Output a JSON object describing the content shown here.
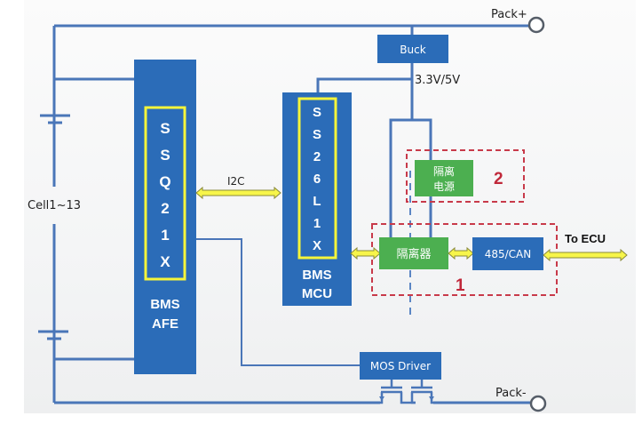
{
  "diagram": {
    "title": "BMS block diagram",
    "colors": {
      "wire": "#4a76b8",
      "block_blue": "#2b6cb8",
      "block_green": "#4caf50",
      "chip_frame": "#f5f53a",
      "highlight_red": "#c83a4a",
      "arrow_fill": "#f7f54a"
    },
    "terminals": {
      "pack_plus": "Pack+",
      "pack_minus": "Pack-"
    },
    "battery": {
      "label": "Cell1~13"
    },
    "afe": {
      "chip_chars": [
        "S",
        "S",
        "Q",
        "2",
        "1",
        "X"
      ],
      "label_line1": "BMS",
      "label_line2": "AFE"
    },
    "mcu": {
      "chip_chars": [
        "S",
        "S",
        "2",
        "6",
        "L",
        "1",
        "X"
      ],
      "label_line1": "BMS",
      "label_line2": "MCU"
    },
    "buck": {
      "label": "Buck",
      "output_label": "3.3V/5V"
    },
    "bus": {
      "i2c_label": "I2C",
      "ecu_label": "To ECU"
    },
    "isolated_power": {
      "line1": "隔离",
      "line2": "电源",
      "region_number": "2"
    },
    "isolator": {
      "label": "隔离器",
      "region_number": "1"
    },
    "transceiver": {
      "label": "485/CAN"
    },
    "mos_driver": {
      "label": "MOS Driver"
    }
  }
}
